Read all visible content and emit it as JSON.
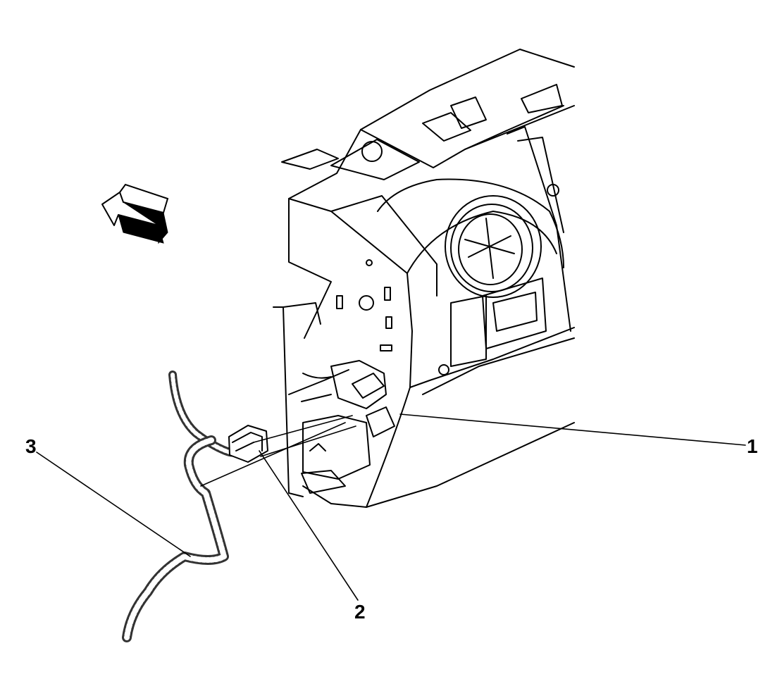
{
  "diagram": {
    "callouts": [
      {
        "id": "1",
        "label": "1"
      },
      {
        "id": "2",
        "label": "2"
      },
      {
        "id": "3",
        "label": "3"
      }
    ],
    "colors": {
      "line": "#000000",
      "fill": "#ffffff",
      "shade": "#333333"
    },
    "icons": [
      "direction-arrow-icon"
    ]
  }
}
